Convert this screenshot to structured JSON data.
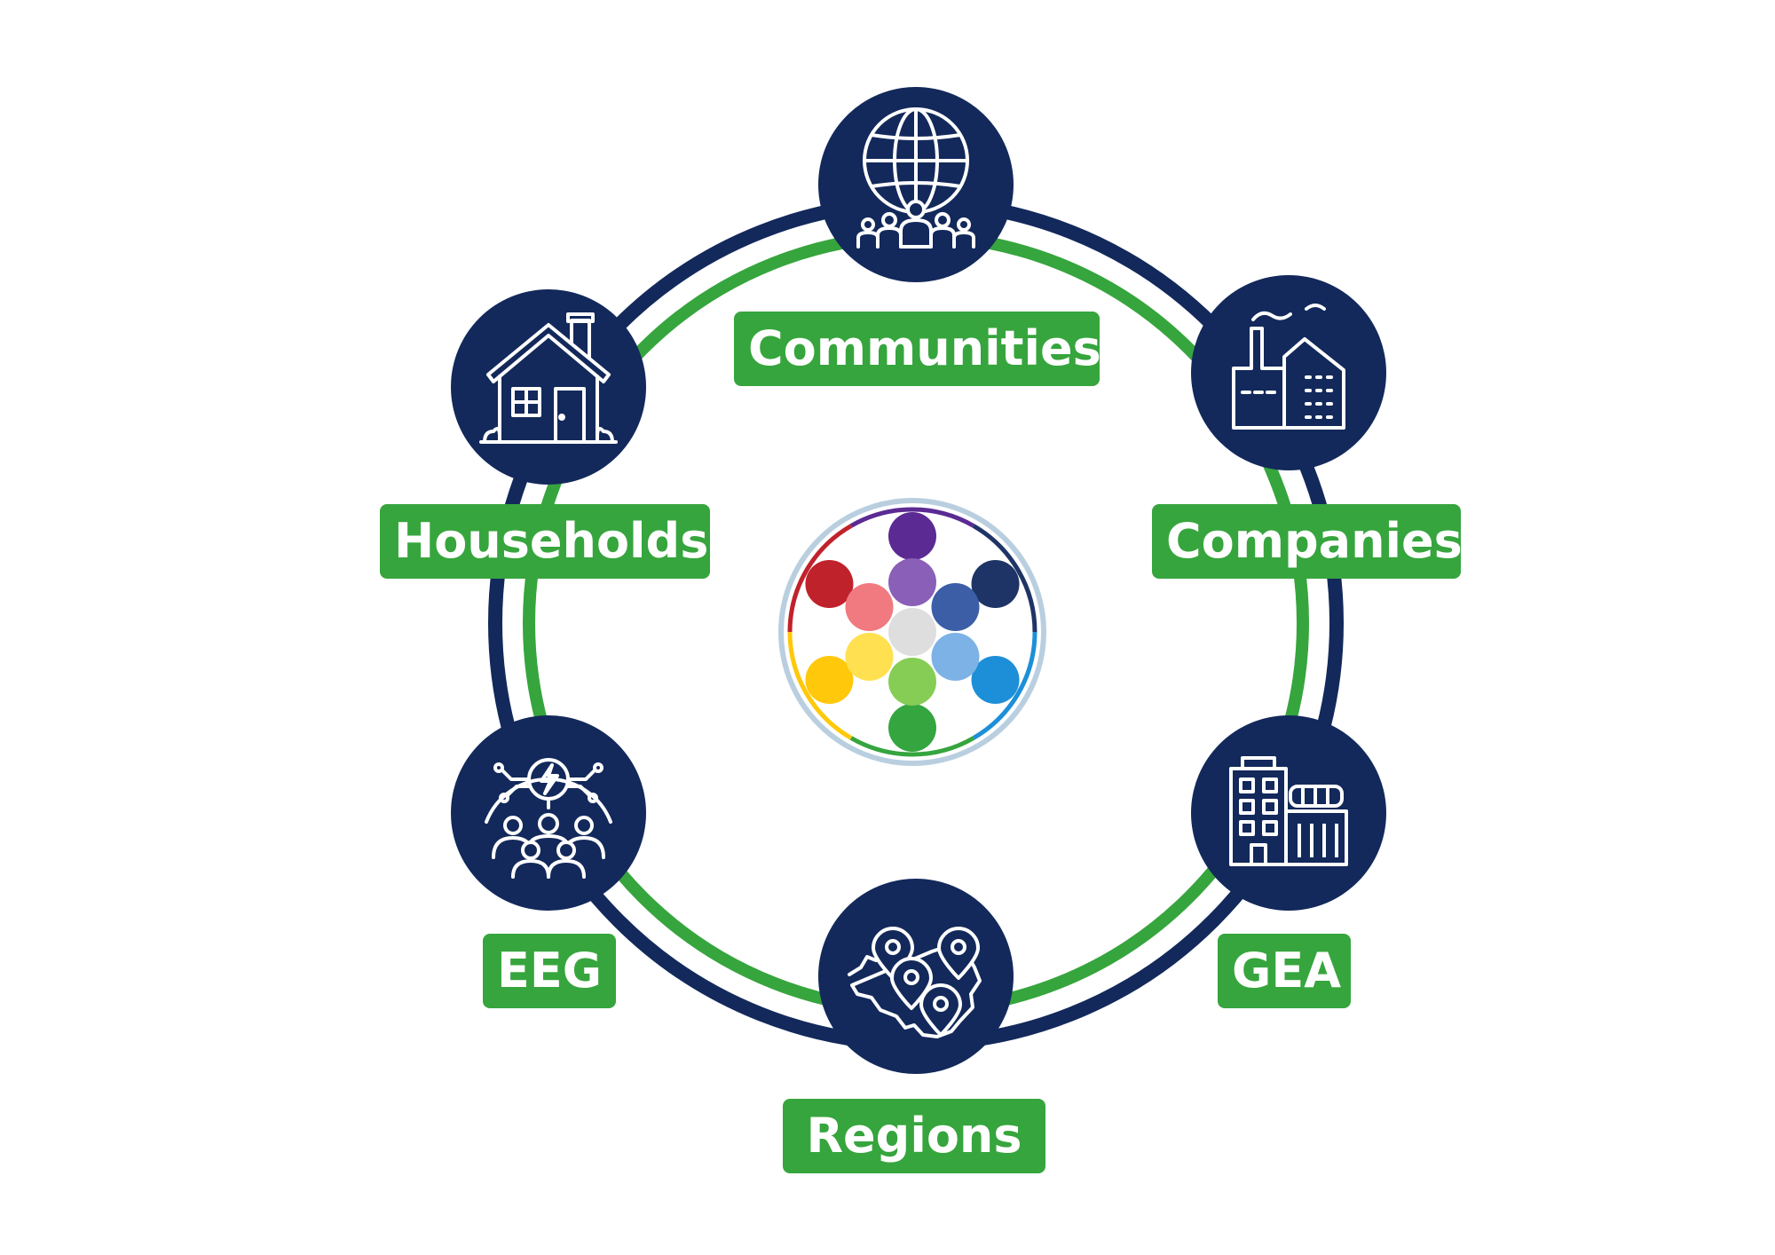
{
  "colors": {
    "navy": "#13295b",
    "green": "#36a53d",
    "white": "#ffffff",
    "logo_ring": "#b9cfe0"
  },
  "nodes": [
    {
      "id": "communities",
      "label": "Communities",
      "icon": "globe-people-icon"
    },
    {
      "id": "companies",
      "label": "Companies",
      "icon": "factory-icon"
    },
    {
      "id": "gea",
      "label": "GEA",
      "icon": "office-building-icon"
    },
    {
      "id": "regions",
      "label": "Regions",
      "icon": "map-pins-icon"
    },
    {
      "id": "eeg",
      "label": "EEG",
      "icon": "energy-community-icon"
    },
    {
      "id": "households",
      "label": "Households",
      "icon": "house-icon"
    }
  ],
  "center_logo": {
    "icon": "colorful-dots-logo-icon",
    "dot_colors": [
      "#5b2a93",
      "#1e3466",
      "#1d8fd8",
      "#35a53f",
      "#ffc80a",
      "#c0222c",
      "#8a5fb8",
      "#3b5ea6",
      "#7cb2e6",
      "#86cd55",
      "#ffe050",
      "#f07a7f",
      "#dedede"
    ],
    "arc_colors": [
      "#5b2a93",
      "#1e3466",
      "#1d8fd8",
      "#35a53f",
      "#ffc80a",
      "#c0222c"
    ]
  }
}
